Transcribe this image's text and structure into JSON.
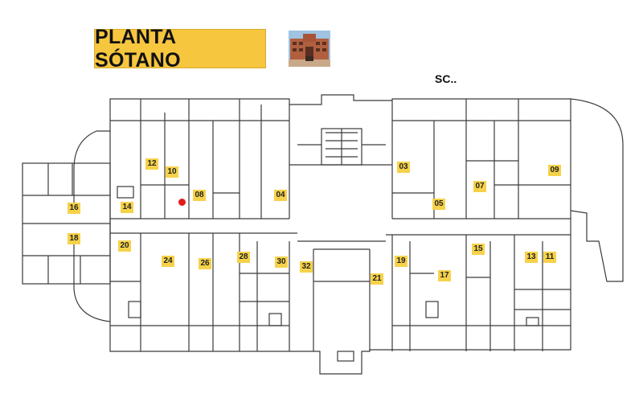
{
  "title": "PLANTA SÓTANO",
  "compass_label": "SC..",
  "colors": {
    "badge": "#f6d24a",
    "title_bg": "#f6c63f",
    "marker": "#e01b1b",
    "wall": "#3a3a3a"
  },
  "rooms": [
    {
      "id": "r12",
      "label": "12"
    },
    {
      "id": "r10",
      "label": "10"
    },
    {
      "id": "r08",
      "label": "08"
    },
    {
      "id": "r04",
      "label": "04"
    },
    {
      "id": "r03",
      "label": "03"
    },
    {
      "id": "r05",
      "label": "05"
    },
    {
      "id": "r07",
      "label": "07"
    },
    {
      "id": "r09",
      "label": "09"
    },
    {
      "id": "r16",
      "label": "16"
    },
    {
      "id": "r14",
      "label": "14"
    },
    {
      "id": "r18",
      "label": "18"
    },
    {
      "id": "r20",
      "label": "20"
    },
    {
      "id": "r24",
      "label": "24"
    },
    {
      "id": "r26",
      "label": "26"
    },
    {
      "id": "r28",
      "label": "28"
    },
    {
      "id": "r30",
      "label": "30"
    },
    {
      "id": "r32",
      "label": "32"
    },
    {
      "id": "r21",
      "label": "21"
    },
    {
      "id": "r19",
      "label": "19"
    },
    {
      "id": "r17",
      "label": "17"
    },
    {
      "id": "r15",
      "label": "15"
    },
    {
      "id": "r13",
      "label": "13"
    },
    {
      "id": "r11",
      "label": "11"
    }
  ]
}
